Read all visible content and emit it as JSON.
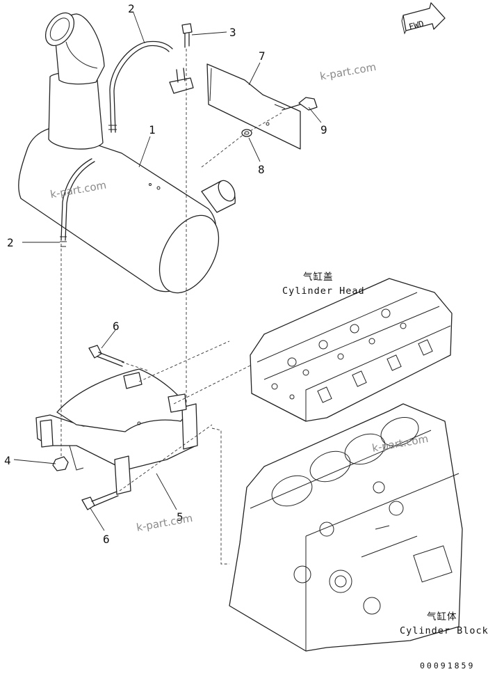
{
  "callouts": {
    "c1": "1",
    "c2_top": "2",
    "c2_left": "2",
    "c3": "3",
    "c4": "4",
    "c5": "5",
    "c6_top": "6",
    "c6_bottom": "6",
    "c7": "7",
    "c8": "8",
    "c9": "9"
  },
  "labels": {
    "cylinder_head_cn": "气缸盖",
    "cylinder_head_en": "Cylinder Head",
    "cylinder_block_cn": "气缸体",
    "cylinder_block_en": "Cylinder Block"
  },
  "fwd_text": "FWD",
  "watermarks": [
    "k-part.com",
    "k-part.com",
    "k-part.com",
    "k-part.com"
  ],
  "catalog_id": "00091859"
}
